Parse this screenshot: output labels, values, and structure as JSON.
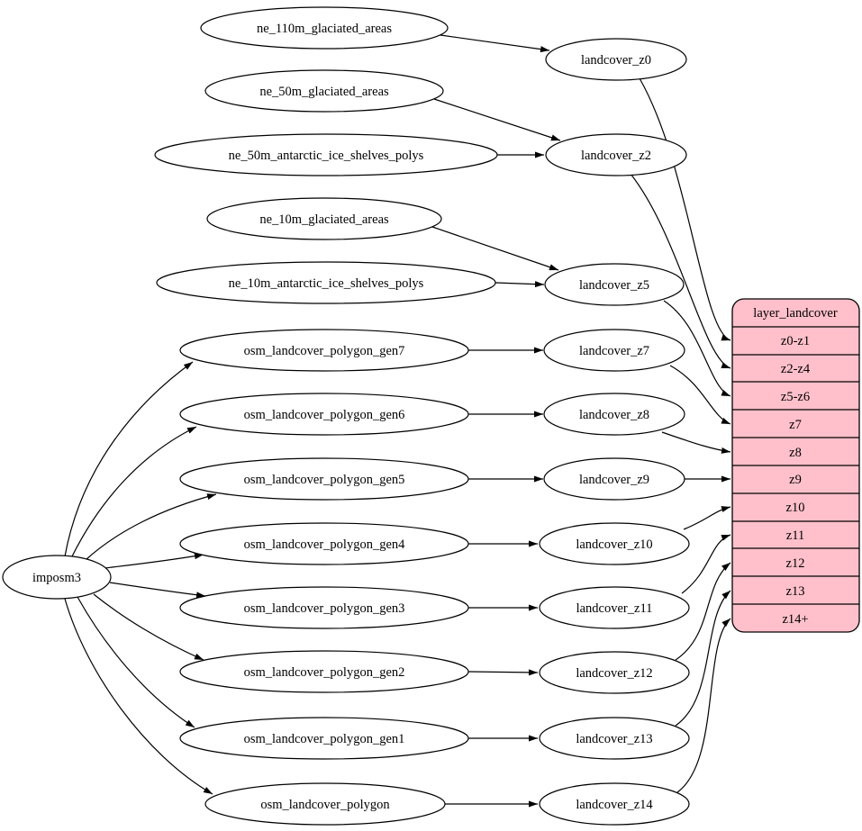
{
  "colors": {
    "background": "#ffffff",
    "node_fill": "#ffffff",
    "node_stroke": "#000000",
    "edge_color": "#000000",
    "text_color": "#000000",
    "layer_table_fill": "#ffc0cb"
  },
  "graph": {
    "importer": "imposm3",
    "sources": [
      "ne_110m_glaciated_areas",
      "ne_50m_glaciated_areas",
      "ne_50m_antarctic_ice_shelves_polys",
      "ne_10m_glaciated_areas",
      "ne_10m_antarctic_ice_shelves_polys",
      "osm_landcover_polygon_gen7",
      "osm_landcover_polygon_gen6",
      "osm_landcover_polygon_gen5",
      "osm_landcover_polygon_gen4",
      "osm_landcover_polygon_gen3",
      "osm_landcover_polygon_gen2",
      "osm_landcover_polygon_gen1",
      "osm_landcover_polygon"
    ],
    "generalized_tables": [
      "landcover_z0",
      "landcover_z2",
      "landcover_z5",
      "landcover_z7",
      "landcover_z8",
      "landcover_z9",
      "landcover_z10",
      "landcover_z11",
      "landcover_z12",
      "landcover_z13",
      "landcover_z14"
    ],
    "layer_table": {
      "title": "layer_landcover",
      "rows": [
        "z0-z1",
        "z2-z4",
        "z5-z6",
        "z7",
        "z8",
        "z9",
        "z10",
        "z11",
        "z12",
        "z13",
        "z14+"
      ]
    },
    "edges": [
      {
        "from": "imposm3",
        "to": "osm_landcover_polygon_gen7"
      },
      {
        "from": "imposm3",
        "to": "osm_landcover_polygon_gen6"
      },
      {
        "from": "imposm3",
        "to": "osm_landcover_polygon_gen5"
      },
      {
        "from": "imposm3",
        "to": "osm_landcover_polygon_gen4"
      },
      {
        "from": "imposm3",
        "to": "osm_landcover_polygon_gen3"
      },
      {
        "from": "imposm3",
        "to": "osm_landcover_polygon_gen2"
      },
      {
        "from": "imposm3",
        "to": "osm_landcover_polygon_gen1"
      },
      {
        "from": "imposm3",
        "to": "osm_landcover_polygon"
      },
      {
        "from": "ne_110m_glaciated_areas",
        "to": "landcover_z0"
      },
      {
        "from": "ne_50m_glaciated_areas",
        "to": "landcover_z2"
      },
      {
        "from": "ne_50m_antarctic_ice_shelves_polys",
        "to": "landcover_z2"
      },
      {
        "from": "ne_10m_glaciated_areas",
        "to": "landcover_z5"
      },
      {
        "from": "ne_10m_antarctic_ice_shelves_polys",
        "to": "landcover_z5"
      },
      {
        "from": "osm_landcover_polygon_gen7",
        "to": "landcover_z7"
      },
      {
        "from": "osm_landcover_polygon_gen6",
        "to": "landcover_z8"
      },
      {
        "from": "osm_landcover_polygon_gen5",
        "to": "landcover_z9"
      },
      {
        "from": "osm_landcover_polygon_gen4",
        "to": "landcover_z10"
      },
      {
        "from": "osm_landcover_polygon_gen3",
        "to": "landcover_z11"
      },
      {
        "from": "osm_landcover_polygon_gen2",
        "to": "landcover_z12"
      },
      {
        "from": "osm_landcover_polygon_gen1",
        "to": "landcover_z13"
      },
      {
        "from": "osm_landcover_polygon",
        "to": "landcover_z14"
      },
      {
        "from": "landcover_z0",
        "to": "layer_landcover:z0-z1"
      },
      {
        "from": "landcover_z2",
        "to": "layer_landcover:z2-z4"
      },
      {
        "from": "landcover_z5",
        "to": "layer_landcover:z5-z6"
      },
      {
        "from": "landcover_z7",
        "to": "layer_landcover:z7"
      },
      {
        "from": "landcover_z8",
        "to": "layer_landcover:z8"
      },
      {
        "from": "landcover_z9",
        "to": "layer_landcover:z9"
      },
      {
        "from": "landcover_z10",
        "to": "layer_landcover:z10"
      },
      {
        "from": "landcover_z11",
        "to": "layer_landcover:z11"
      },
      {
        "from": "landcover_z12",
        "to": "layer_landcover:z12"
      },
      {
        "from": "landcover_z13",
        "to": "layer_landcover:z13"
      },
      {
        "from": "landcover_z14",
        "to": "layer_landcover:z14+"
      }
    ]
  }
}
